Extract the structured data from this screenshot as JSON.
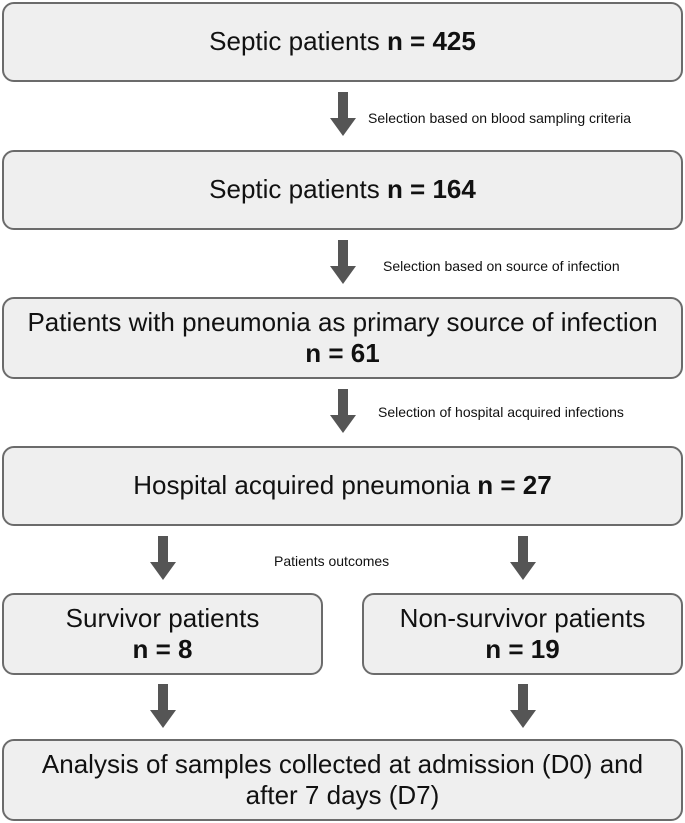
{
  "boxes": {
    "b1": {
      "label": "Septic patients",
      "n": "n = 425"
    },
    "b2": {
      "label": "Septic patients",
      "n": "n = 164"
    },
    "b3": {
      "label": "Patients with pneumonia as primary source of infection",
      "n": "n = 61"
    },
    "b4": {
      "label": "Hospital acquired pneumonia",
      "n": "n = 27"
    },
    "b5": {
      "label": "Survivor patients",
      "n": "n = 8"
    },
    "b6": {
      "label": "Non-survivor patients",
      "n": "n = 19"
    },
    "b7": {
      "label": "Analysis of samples collected at admission (D0) and after 7 days (D7)"
    }
  },
  "notes": {
    "n1": "Selection based on blood sampling criteria",
    "n2": "Selection based on source of infection",
    "n3": "Selection of hospital acquired infections",
    "n4": "Patients outcomes"
  },
  "colors": {
    "box_fill": "#efefef",
    "box_border": "#6b6b6b",
    "arrow": "#555555"
  }
}
